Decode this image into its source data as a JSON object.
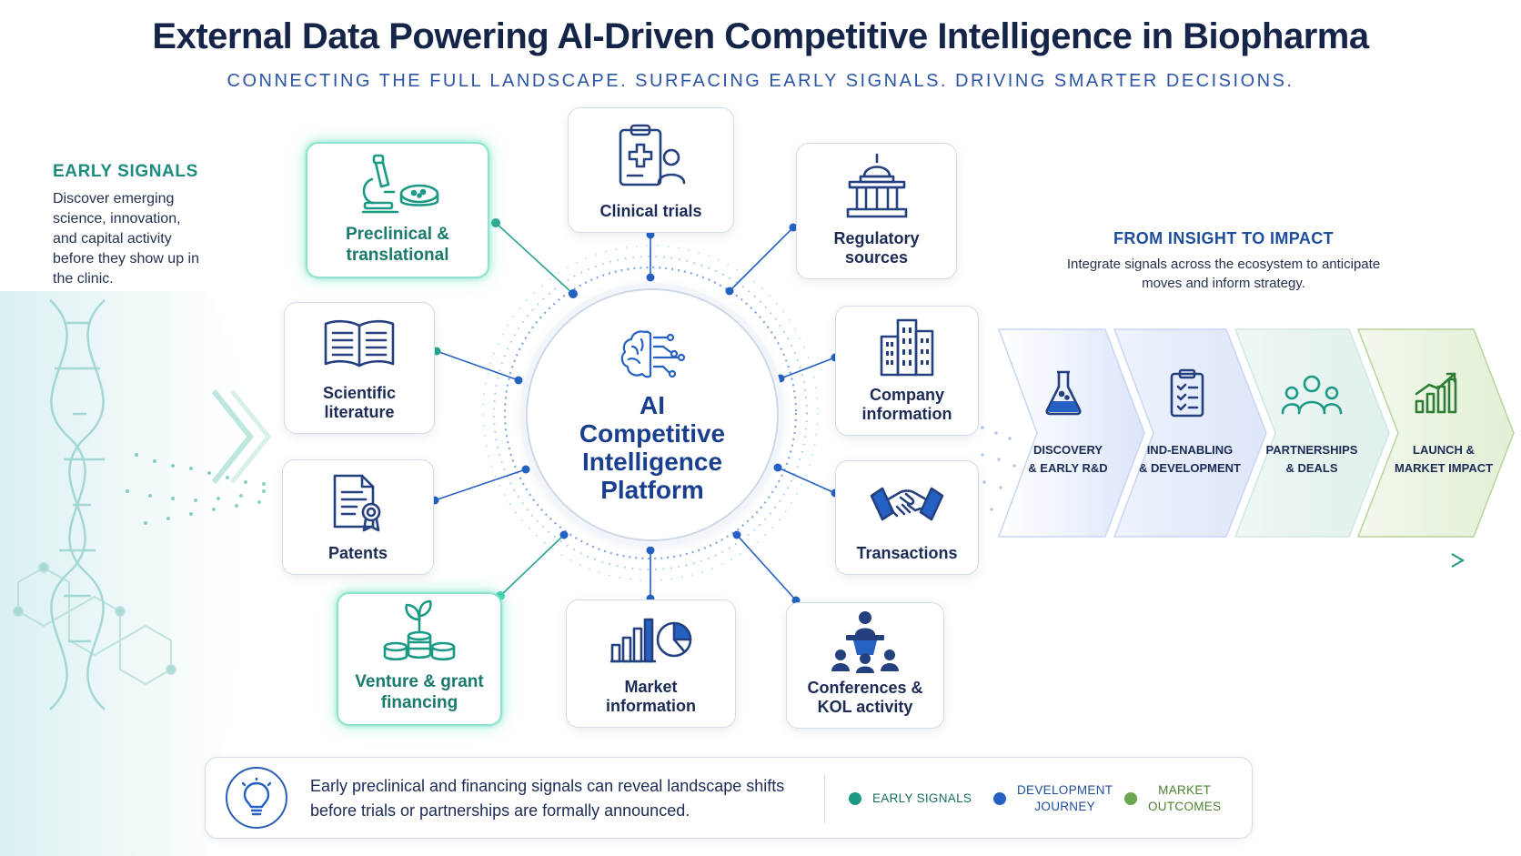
{
  "title": "External Data Powering AI-Driven Competitive Intelligence in Biopharma",
  "subtitle": "CONNECTING THE FULL LANDSCAPE.  SURFACING EARLY SIGNALS.  DRIVING SMARTER DECISIONS.",
  "early_signals": {
    "heading": "EARLY SIGNALS",
    "text": "Discover emerging science, innovation, and capital activity before they show up in the clinic."
  },
  "hub": {
    "label": "AI\nCompetitive\nIntelligence\nPlatform",
    "icon": "ai-brain-icon"
  },
  "nodes": [
    {
      "key": "preclinical",
      "label": "Preclinical &\ntranslational",
      "icon": "microscope-petri-icon"
    },
    {
      "key": "clinical",
      "label": "Clinical trials",
      "icon": "clipboard-medical-icon"
    },
    {
      "key": "regulatory",
      "label": "Regulatory\nsources",
      "icon": "government-building-icon"
    },
    {
      "key": "literature",
      "label": "Scientific\nliterature",
      "icon": "open-book-icon"
    },
    {
      "key": "company",
      "label": "Company\ninformation",
      "icon": "office-buildings-icon"
    },
    {
      "key": "patents",
      "label": "Patents",
      "icon": "patent-document-icon"
    },
    {
      "key": "transactions",
      "label": "Transactions",
      "icon": "handshake-icon"
    },
    {
      "key": "venture",
      "label": "Venture & grant\nfinancing",
      "icon": "coins-sprout-icon"
    },
    {
      "key": "market",
      "label": "Market\ninformation",
      "icon": "bar-pie-chart-icon"
    },
    {
      "key": "conferences",
      "label": "Conferences &\nKOL activity",
      "icon": "speaker-audience-icon"
    }
  ],
  "impact": {
    "heading": "FROM INSIGHT TO IMPACT",
    "text": "Integrate signals across the ecosystem to anticipate moves and inform strategy."
  },
  "stages": [
    {
      "label": "DISCOVERY\n& EARLY R&D",
      "icon": "flask-icon"
    },
    {
      "label": "IND-ENABLING\n& DEVELOPMENT",
      "icon": "checklist-icon"
    },
    {
      "label": "PARTNERSHIPS\n& DEALS",
      "icon": "people-icon"
    },
    {
      "label": "LAUNCH &\nMARKET IMPACT",
      "icon": "growth-chart-icon"
    }
  ],
  "footer": {
    "note": "Early preclinical and financing signals can reveal landscape shifts before trials or partnerships are formally announced.",
    "icon": "lightbulb-icon",
    "legend": [
      {
        "label": "EARLY SIGNALS",
        "color": "#1a9a85"
      },
      {
        "label": "DEVELOPMENT\nJOURNEY",
        "color": "#2461c2"
      },
      {
        "label": "MARKET\nOUTCOMES",
        "color": "#6aa84f"
      }
    ]
  },
  "colors": {
    "navy": "#1c2b55",
    "blue": "#2461c2",
    "teal": "#1a9a85",
    "green": "#6aa84f"
  }
}
